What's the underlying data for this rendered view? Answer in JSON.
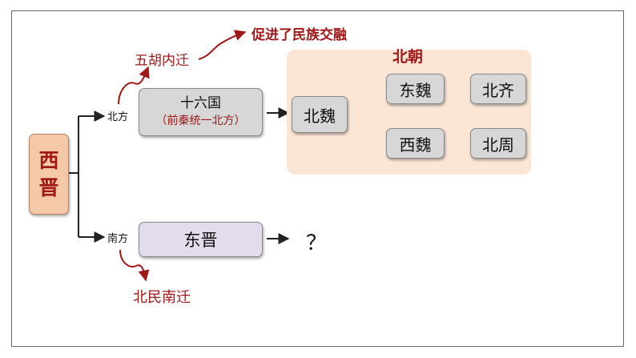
{
  "root": {
    "label": "西\n晋"
  },
  "branches": {
    "north": "北方",
    "south": "南方"
  },
  "north": {
    "box_title": "十六国",
    "box_subtitle": "（前秦统一北方）",
    "migration_note": "五胡内迁",
    "effect_note": "促进了民族交融"
  },
  "northern_dynasties": {
    "title": "北朝",
    "nodes": {
      "bei_wei": "北魏",
      "dong_wei": "东魏",
      "xi_wei": "西魏",
      "bei_qi": "北齐",
      "bei_zhou": "北周"
    }
  },
  "south": {
    "box_title": "东晋",
    "next": "？",
    "migration_note": "北民南迁"
  },
  "colors": {
    "root_fill": "#f5c9a8",
    "root_text": "#a01818",
    "accent_red": "#a01818",
    "north_panel": "#fbe6d6",
    "gray_box": "#d7d7d7",
    "south_box": "#e3dcec"
  }
}
